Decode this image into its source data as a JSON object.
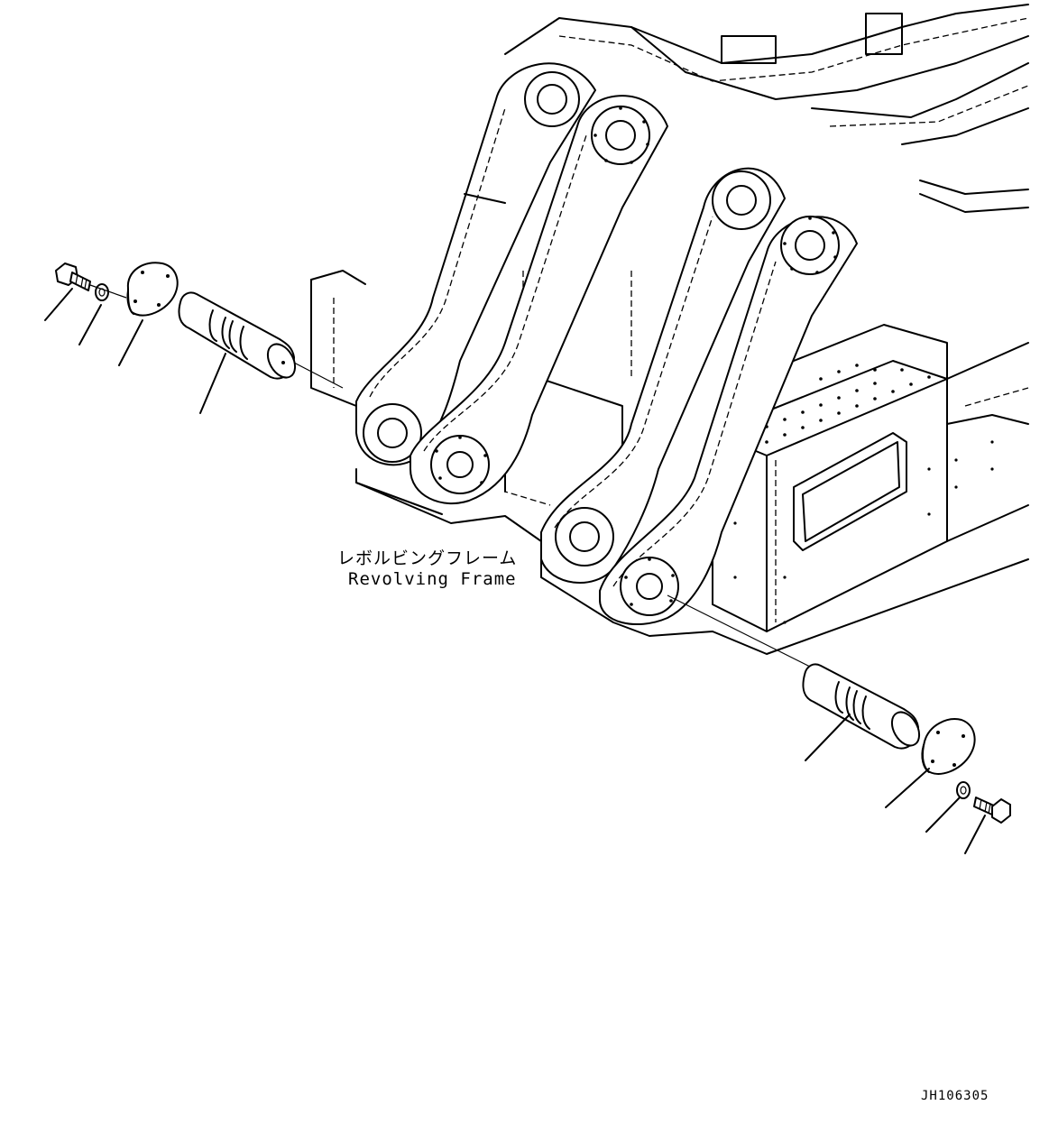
{
  "labels": {
    "frame_jp": "レボルビングフレーム",
    "frame_en": "Revolving Frame"
  },
  "drawing_id": "JH106305",
  "icons": [
    "bolt-icon",
    "washer-icon",
    "cover-plate-icon",
    "pin-icon"
  ]
}
